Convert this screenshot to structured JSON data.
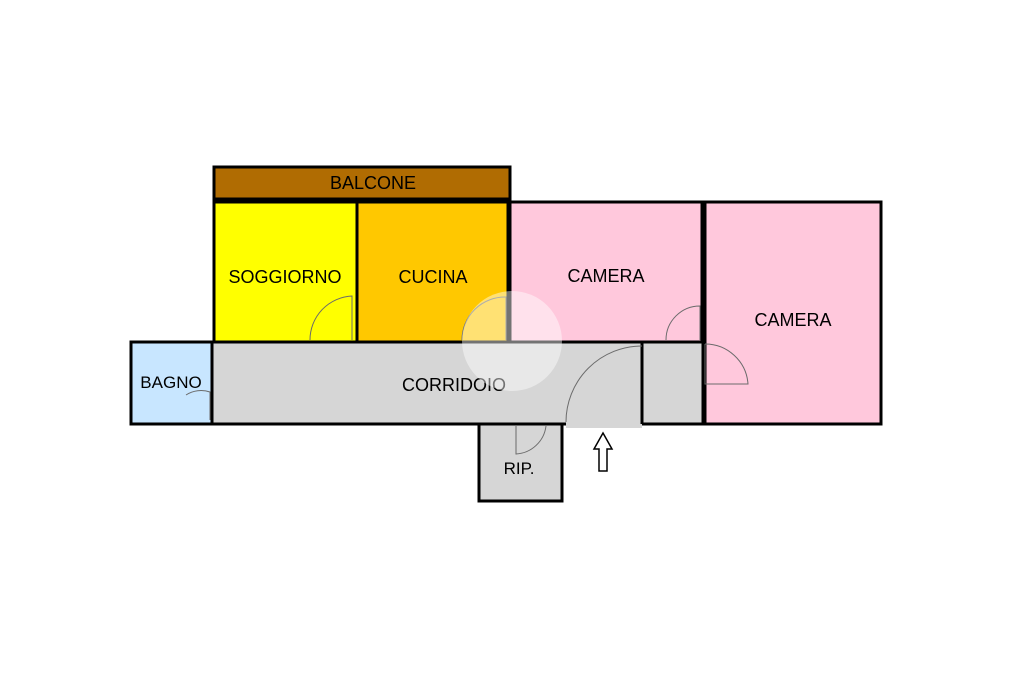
{
  "colors": {
    "balcone": "#b06c02",
    "soggiorno": "#ffff00",
    "cucina": "#ffc800",
    "camera": "#ffc8dc",
    "bagno": "#c8e6ff",
    "corridoio": "#d6d6d6",
    "ripostiglio": "#d6d6d6",
    "wall": "#000000"
  },
  "rooms": {
    "balcone": "BALCONE",
    "soggiorno": "SOGGIORNO",
    "cucina": "CUCINA",
    "camera_1": "CAMERA",
    "camera_2": "CAMERA",
    "bagno": "BAGNO",
    "corridoio": "CORRIDOIO",
    "ripostiglio": "RIP."
  },
  "entrance_icon": "arrow-up-icon"
}
